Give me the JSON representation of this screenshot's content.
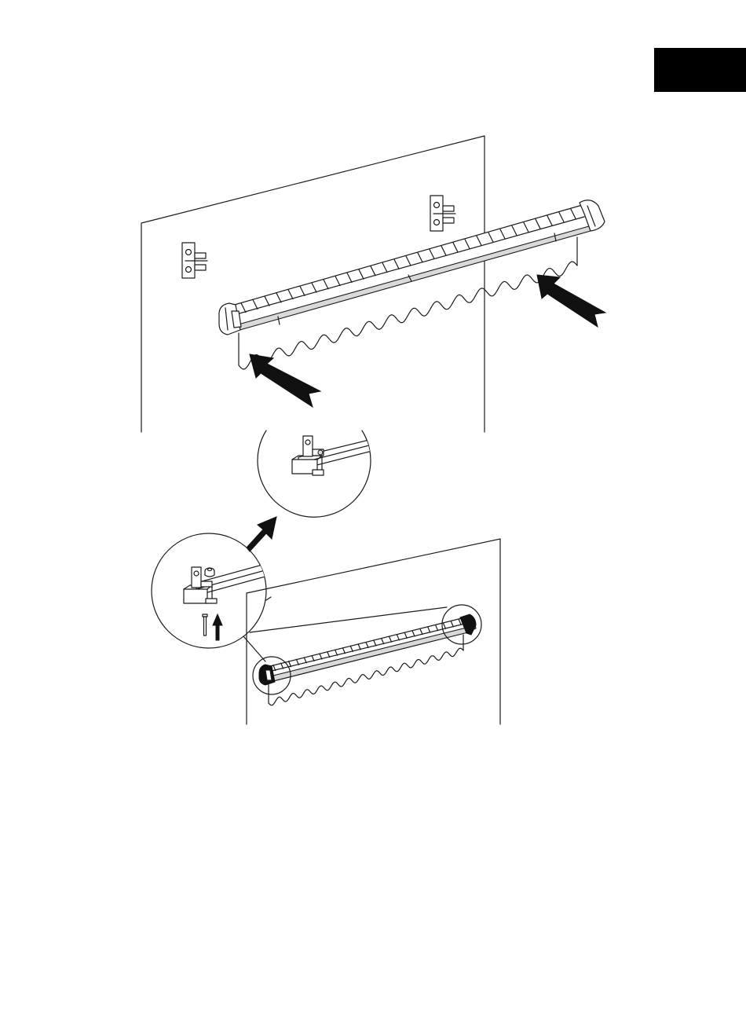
{
  "page_tab": {
    "color": "#000000"
  },
  "colors": {
    "ink": "#111111",
    "paper": "#ffffff",
    "shade": "#d9d9d9"
  },
  "figure": {
    "arrows": [
      {
        "name": "arrow-left-end-icon",
        "points_to": "left-end-cap"
      },
      {
        "name": "arrow-right-end-icon",
        "points_to": "right-end-cap"
      },
      {
        "name": "arrow-zoom-icon",
        "points_to": "detail-circle-top"
      },
      {
        "name": "arrow-bolt-up-icon",
        "points_to": "bolt"
      }
    ],
    "cassette_segments": 30,
    "small_cassette_segments": 26
  }
}
